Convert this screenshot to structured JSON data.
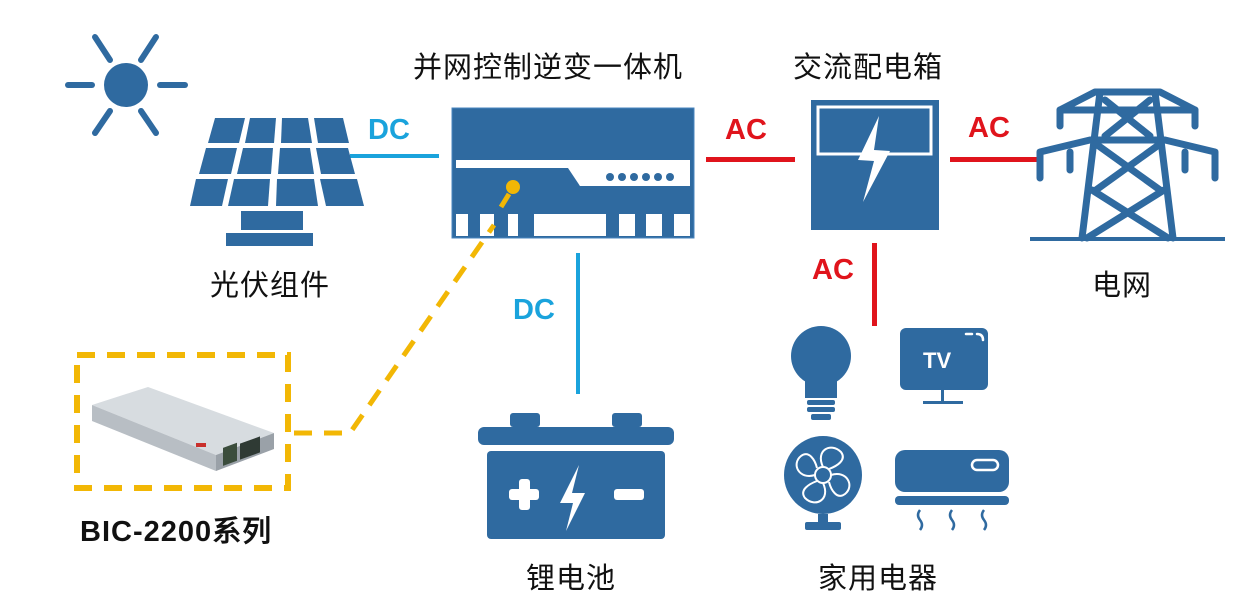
{
  "colors": {
    "icon_blue": "#2f6aa0",
    "dc_line": "#1aa3dc",
    "ac_line": "#e0141c",
    "dashed": "#f2b705",
    "text": "#111111"
  },
  "nodes": {
    "sun": {
      "icon": "sun-icon"
    },
    "pv": {
      "label": "光伏组件",
      "icon": "solar-panel-icon"
    },
    "inverter": {
      "label": "并网控制逆变一体机",
      "icon": "inverter-icon"
    },
    "distribution_box": {
      "label": "交流配电箱",
      "icon": "distribution-box-icon"
    },
    "grid": {
      "label": "电网",
      "icon": "transmission-tower-icon"
    },
    "battery": {
      "label": "锂电池",
      "icon": "battery-icon"
    },
    "appliances": {
      "label": "家用电器",
      "icon": "appliances-icon",
      "tv_text": "TV"
    },
    "bic": {
      "label": "BIC-2200系列",
      "icon": "power-supply-photo"
    }
  },
  "links": {
    "pv_to_inverter": "DC",
    "inverter_to_battery": "DC",
    "inverter_to_box": "AC",
    "box_to_grid": "AC",
    "box_to_appliances": "AC"
  }
}
